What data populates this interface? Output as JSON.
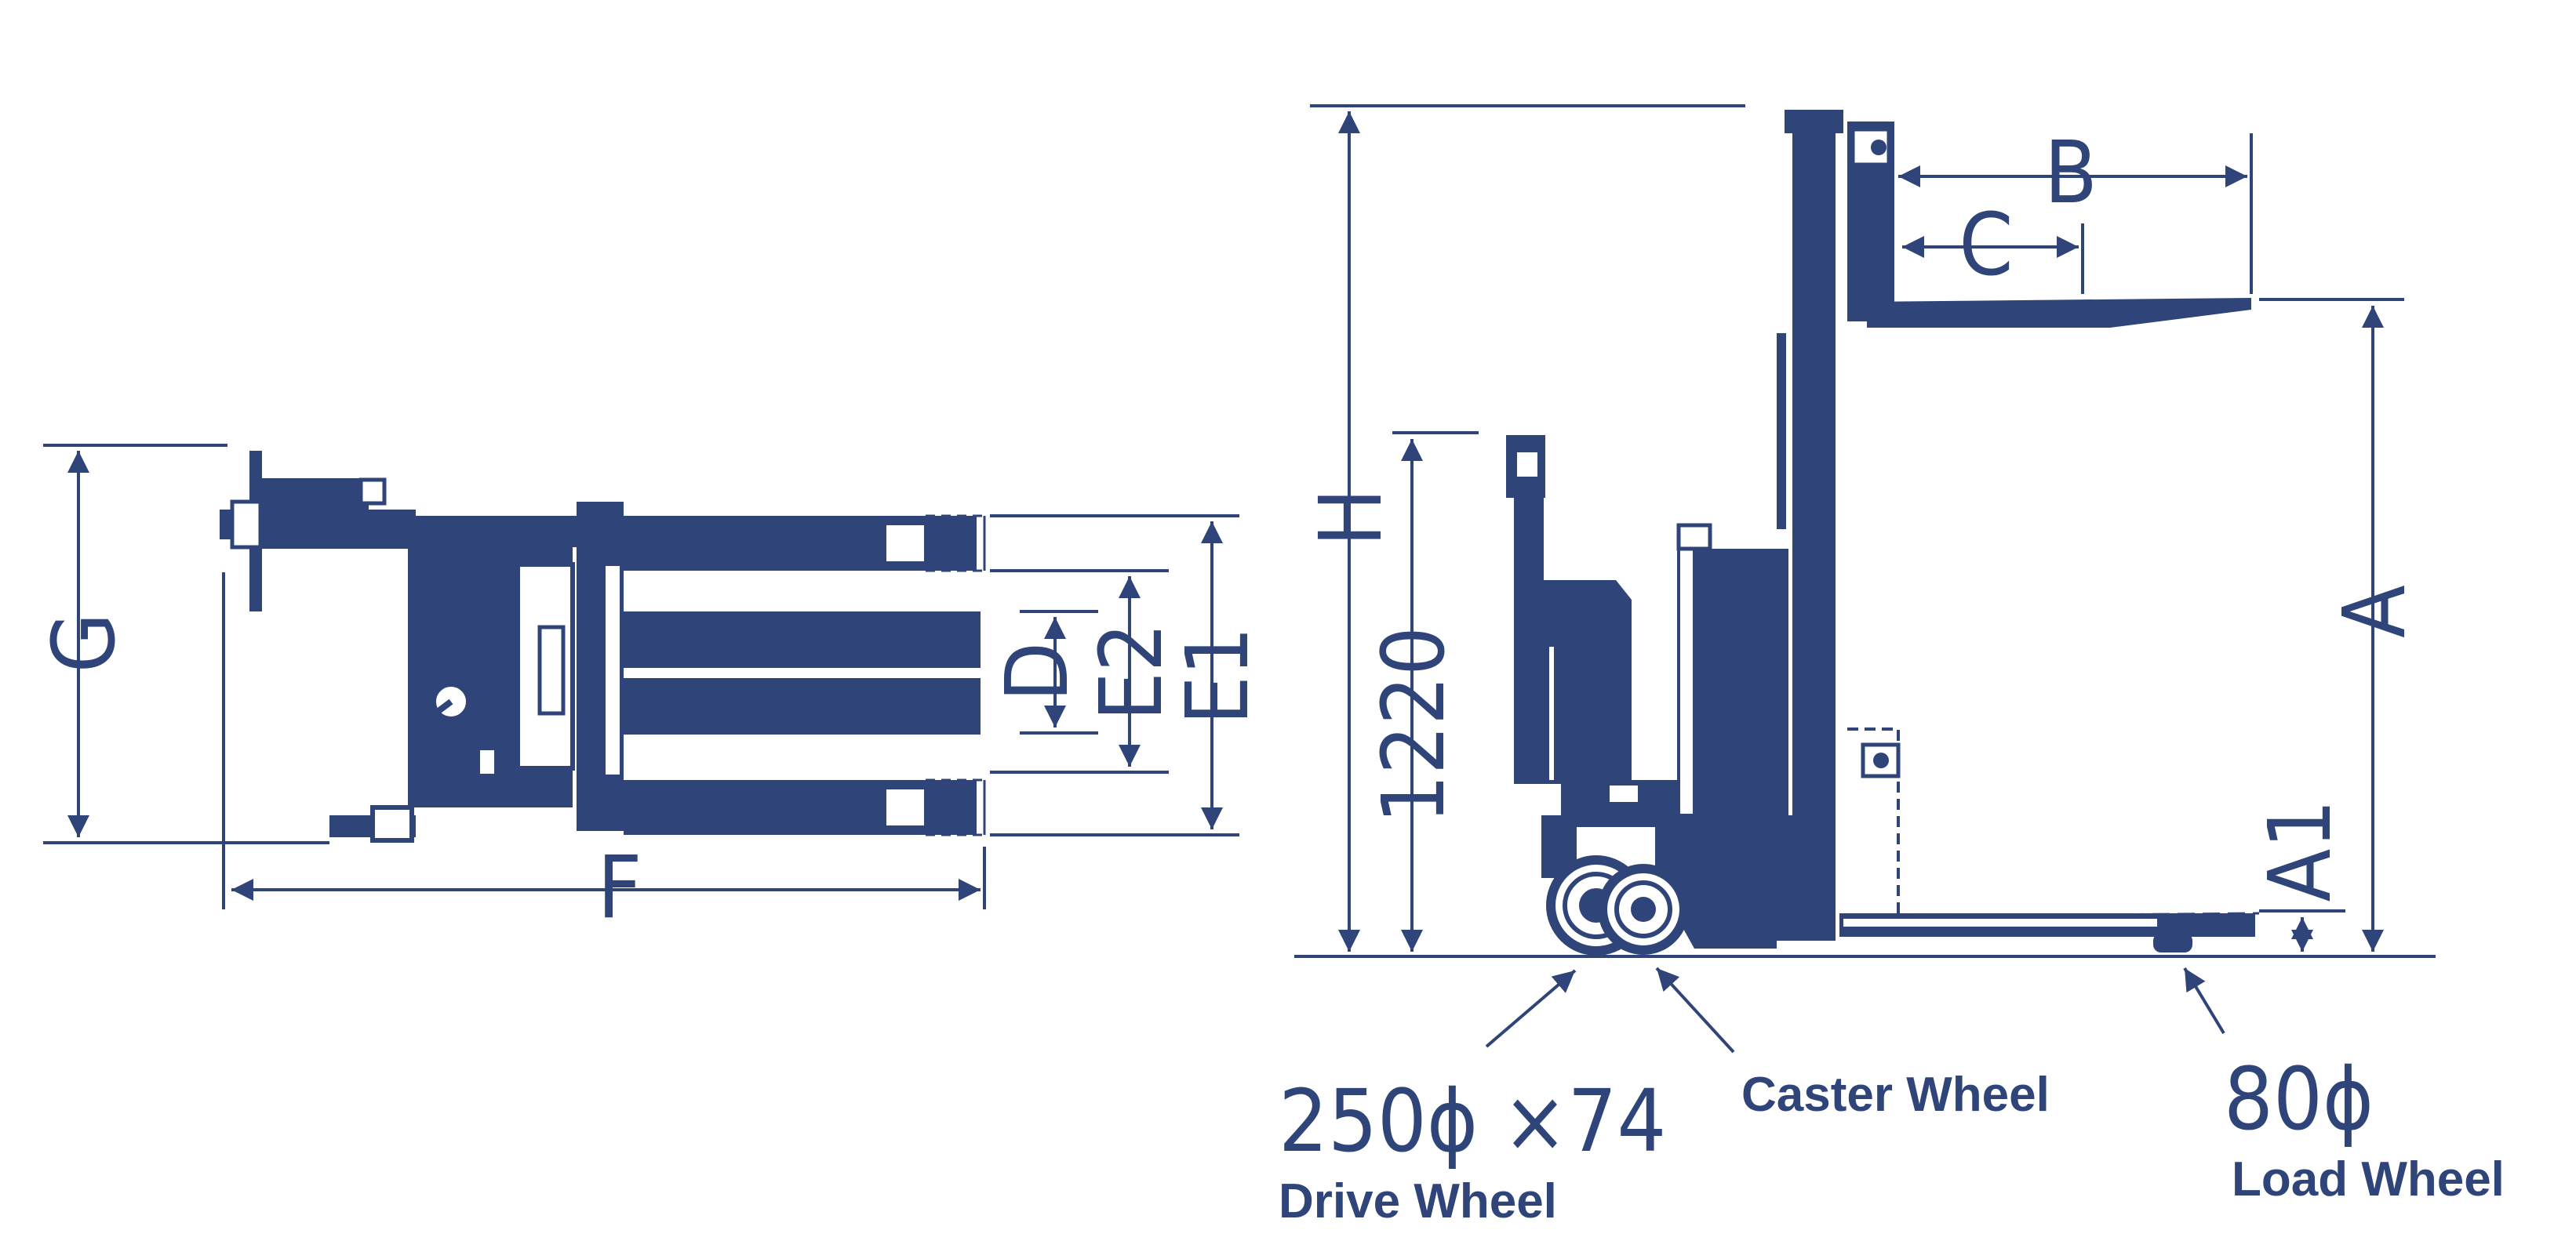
{
  "colors": {
    "ink": "#2f4478",
    "background": "#ffffff"
  },
  "top_view": {
    "dim_g": "G",
    "dim_f": "F",
    "dim_d": "D",
    "dim_e2": "E2",
    "dim_e1": "E1"
  },
  "side_view": {
    "dim_h": "H",
    "dim_b": "B",
    "dim_c": "C",
    "dim_a": "A",
    "dim_a1": "A1",
    "handle_height": "1220"
  },
  "wheels": {
    "drive_size": "250ϕ ×74",
    "drive_label": "Drive Wheel",
    "caster_label": "Caster Wheel",
    "load_size": "80ϕ",
    "load_label": "Load Wheel"
  }
}
